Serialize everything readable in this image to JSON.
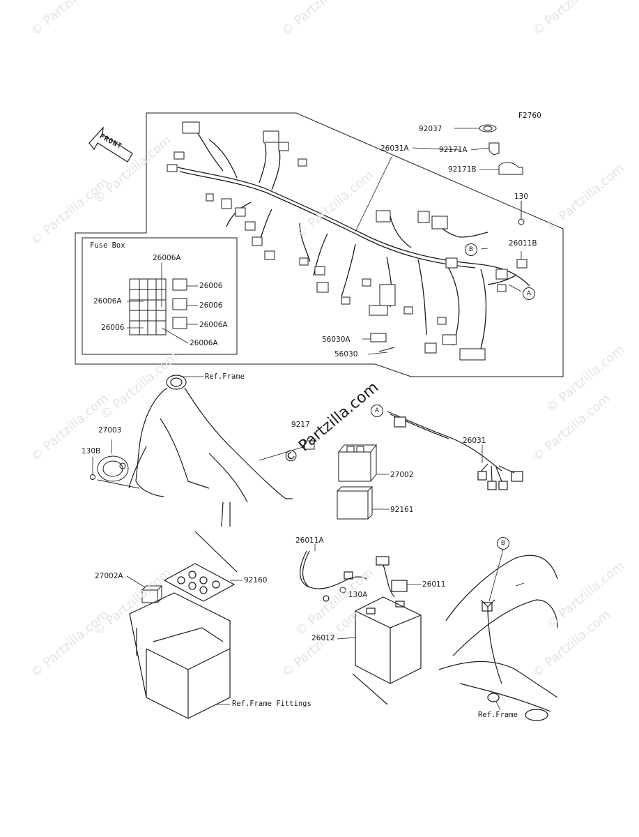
{
  "diagram_code": "F2760",
  "front_label": "FRONT",
  "fuse_box_title": "Fuse Box",
  "watermark_text": "© Partzilla.com",
  "center_watermark": "© Partzilla.com",
  "callout_a": "A",
  "callout_b": "B",
  "parts": {
    "p92037": "92037",
    "p26031A": "26031A",
    "p92171A": "92171A",
    "p92171B": "92171B",
    "p130": "130",
    "p26011B": "26011B",
    "p26006A_1": "26006A",
    "p26006_1": "26006",
    "p26006A_2": "26006A",
    "p26006_2": "26006",
    "p26006_3": "26006",
    "p26006A_3": "26006A",
    "p26006A_4": "26006A",
    "p56030A": "56030A",
    "p56030": "56030",
    "p27003": "27003",
    "p130B": "130B",
    "p9217x": "9217",
    "p26031": "26031",
    "p27002": "27002",
    "p92161": "92161",
    "p27002A": "27002A",
    "p92160": "92160",
    "p26011A": "26011A",
    "p26011": "26011",
    "p130A": "130A",
    "p26012": "26012"
  },
  "refs": {
    "frame_1": "Ref.Frame",
    "frame_fittings": "Ref.Frame Fittings",
    "frame_2": "Ref.Frame"
  }
}
